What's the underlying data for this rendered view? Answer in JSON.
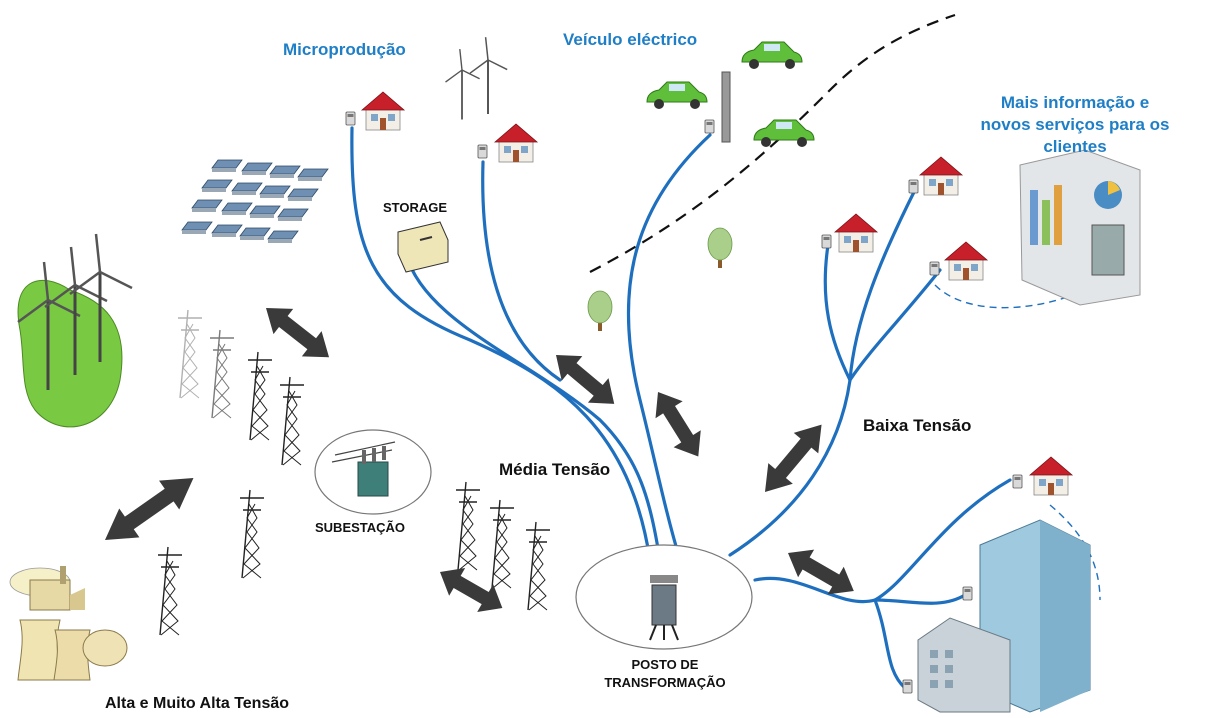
{
  "labels": {
    "microproducao": "Microprodução",
    "veiculo": "Veículo eléctrico",
    "mais_info_1": "Mais informação e",
    "mais_info_2": "novos serviços para os",
    "mais_info_3": "clientes",
    "storage": "STORAGE",
    "baixa_tensao": "Baixa Tensão",
    "media_tensao": "Média Tensão",
    "subestacao": "SUBESTAÇÃO",
    "posto_1": "POSTO DE",
    "posto_2": "TRANSFORMAÇÃO",
    "alta_tensao": "Alta e Muito Alta Tensão"
  },
  "colors": {
    "line_blue": "#1f6fbf",
    "label_blue": "#1f7fc6",
    "arrow": "#3a3a3a",
    "roof": "#c8202a",
    "grass": "#7ac943",
    "car": "#5fbf3a"
  },
  "icons": [
    "wind-turbine-icon",
    "solar-panel-icon",
    "house-icon",
    "car-icon",
    "battery-icon",
    "tree-icon",
    "pylon-icon",
    "transformer-icon",
    "factory-icon",
    "office-building-icon",
    "smart-meter-icon",
    "dashboard-icon"
  ]
}
